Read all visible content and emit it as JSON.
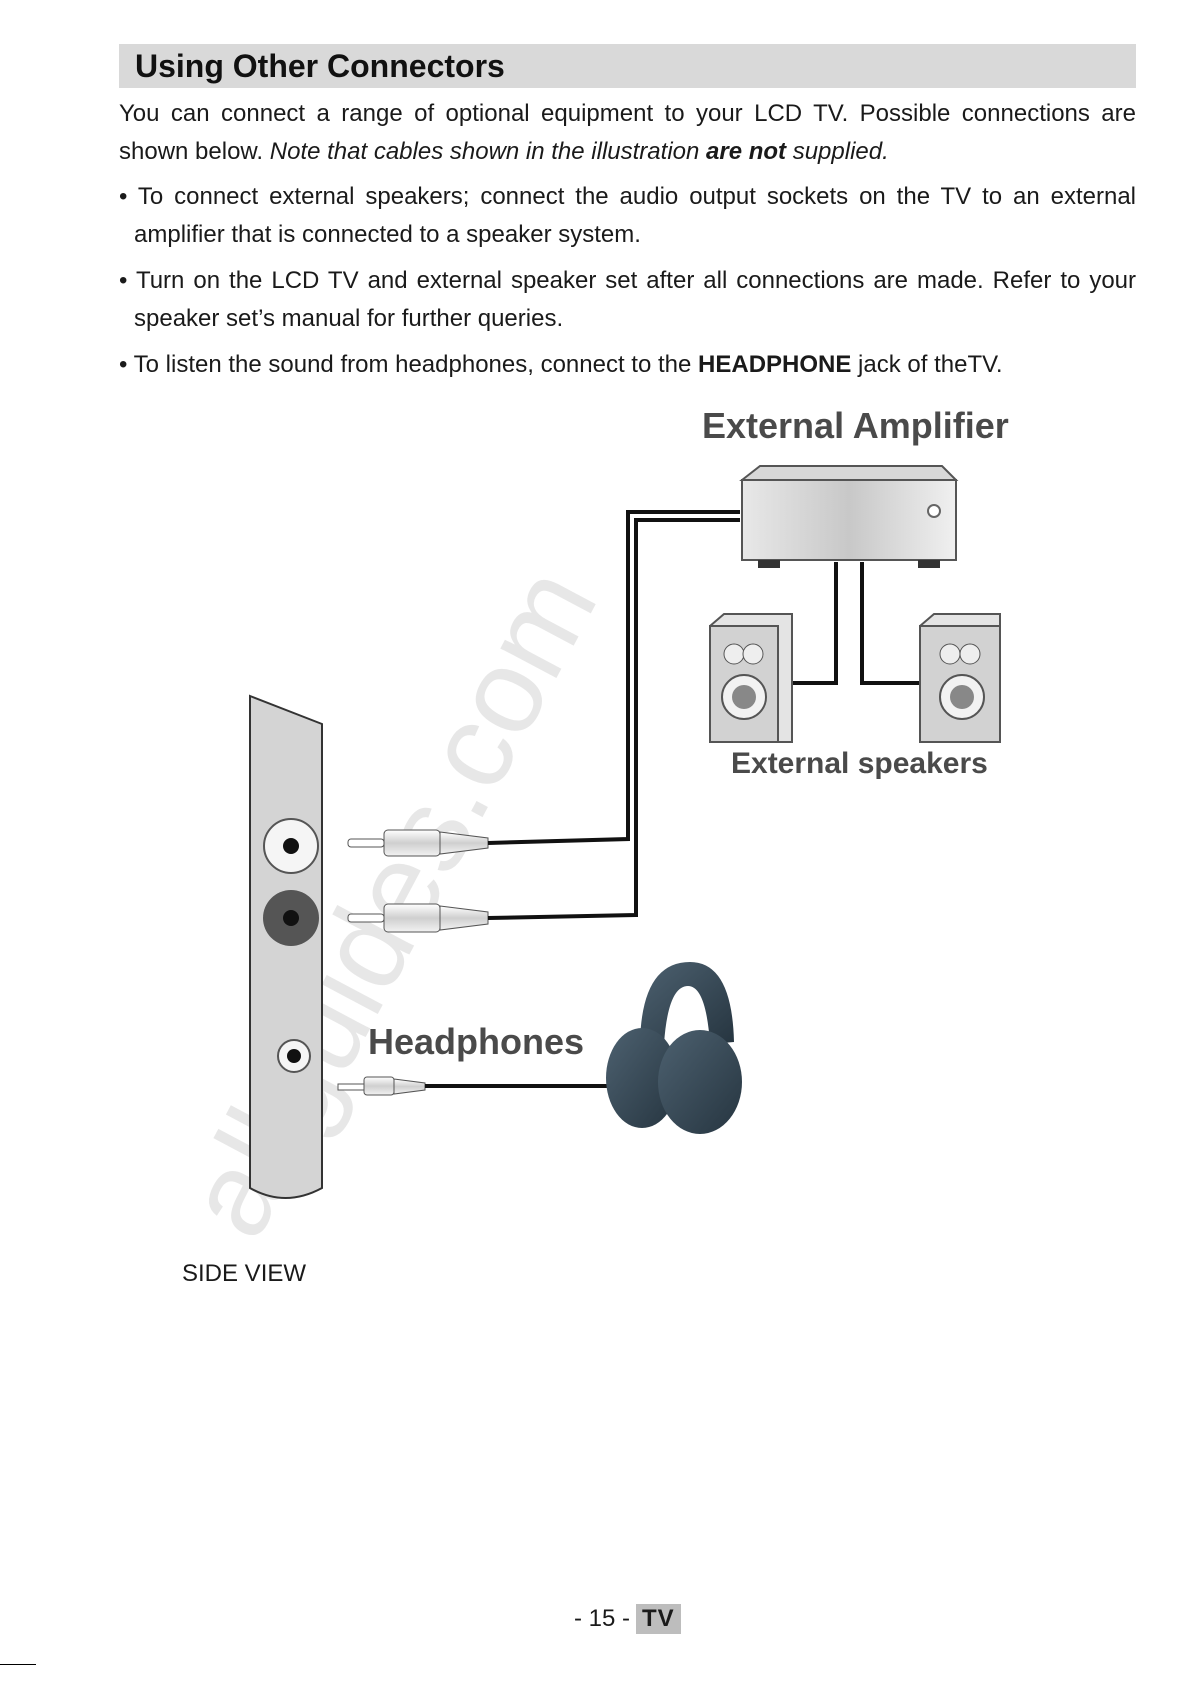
{
  "heading": "Using Other Connectors",
  "intro": {
    "part1": "You can connect a range of optional equipment to your LCD TV. Possible connections are shown below. ",
    "note_italic": "Note that cables shown in the illustration ",
    "note_bold_italic": "are not",
    "note_end": " supplied."
  },
  "bullets": [
    {
      "text": "• To connect  external speakers; connect the audio output sockets on the TV to an external amplifier that is connected to a speaker system."
    },
    {
      "text": "• Turn on the LCD TV and external speaker set after all connections are made. Refer to your speaker set’s manual for further queries."
    },
    {
      "pre": "• To listen the sound from headphones, connect to the ",
      "bold": "HEADPHONE",
      "post": " jack of theTV."
    }
  ],
  "diagram": {
    "amplifier_label": "External Amplifier",
    "speakers_label": "External speakers",
    "headphones_label": "Headphones",
    "side_view_label": "SIDE VIEW"
  },
  "watermark": "allguides.com",
  "footer": {
    "page": "- 15 -",
    "tag": "TV"
  }
}
